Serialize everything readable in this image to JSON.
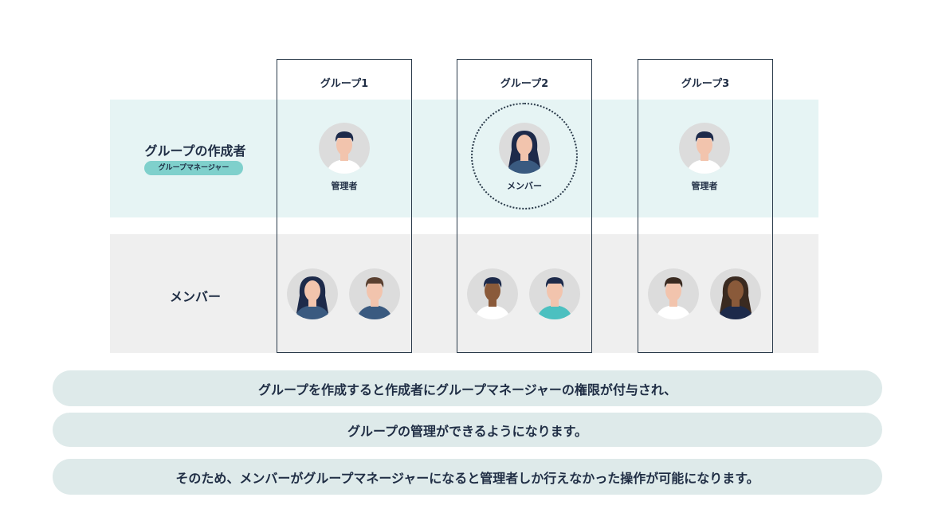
{
  "rows": {
    "creator": "グループの作成者",
    "creator_badge": "グループマネージャー",
    "member": "メンバー"
  },
  "groups": [
    {
      "title": "グループ1",
      "creator_role": "管理者"
    },
    {
      "title": "グループ2",
      "creator_role": "メンバー"
    },
    {
      "title": "グループ3",
      "creator_role": "管理者"
    }
  ],
  "captions": [
    "グループを作成すると作成者にグループマネージャーの権限が付与され、",
    "グループの管理ができるようになります。",
    "そのため、メンバーがグループマネージャーになると管理者しか行えなかった操作が可能になります。"
  ],
  "colors": {
    "navy": "#1f2d44",
    "teal_row": "#e6f4f4",
    "gray_row": "#efefef",
    "badge": "#7fd0cc",
    "pill": "#deeaea"
  }
}
